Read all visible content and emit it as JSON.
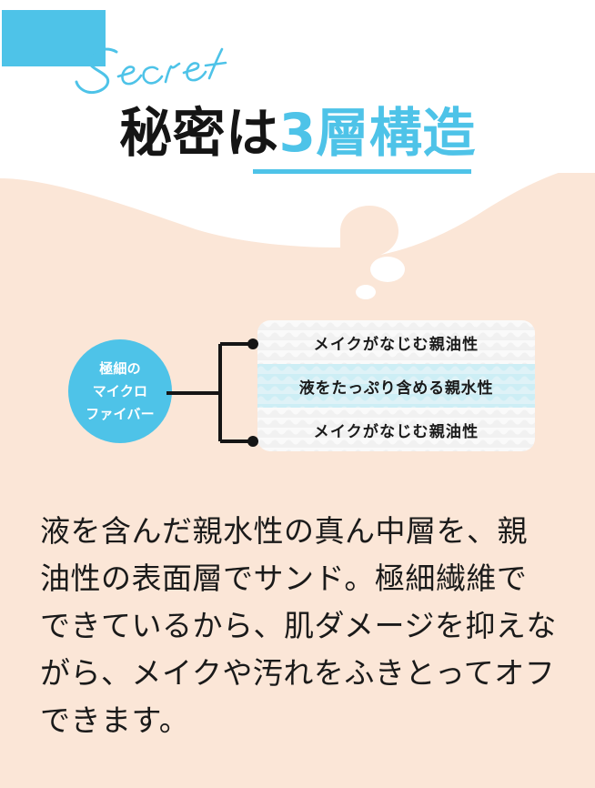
{
  "header": {
    "script_word": "Secret",
    "title_black": "秘密は",
    "title_blue": "3層構造"
  },
  "diagram": {
    "circle_label_lines": [
      "極細の",
      "マイクロ",
      "ファイバー"
    ],
    "layers": [
      {
        "id": "top-oleophilic",
        "text": "メイクがなじむ親油性",
        "kind": "oil"
      },
      {
        "id": "middle-hydrophilic",
        "text": "液をたっぷり含める親水性",
        "kind": "water"
      },
      {
        "id": "bottom-oleophilic",
        "text": "メイクがなじむ親油性",
        "kind": "oil"
      }
    ]
  },
  "body": {
    "paragraph": "液を含んだ親水性の真ん中層を、親油性の表面層でサンド。極細繊維でできているから、肌ダメージを抑えながら、メイクや汚れをふきとってオフできます。"
  },
  "colors": {
    "accent_blue": "#4ec3e8",
    "peach_bg": "#fbe6d7",
    "white": "#ffffff",
    "layer_water": "#cdeef5",
    "layer_oil": "#fafafa",
    "text_dark": "#1a1a1a"
  }
}
